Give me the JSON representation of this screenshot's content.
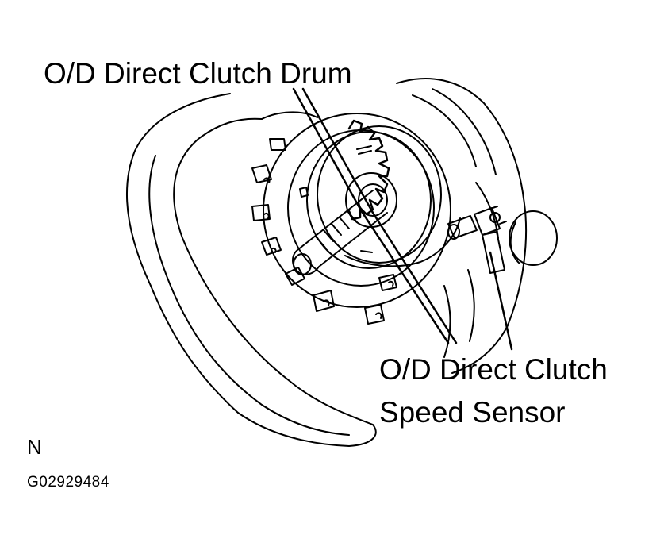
{
  "labels": {
    "drum": "O/D Direct Clutch Drum",
    "sensor_line1": "O/D Direct Clutch",
    "sensor_line2": "Speed Sensor",
    "corner_letter": "N",
    "figure_code": "G02929484"
  },
  "colors": {
    "ink": "#000000",
    "paper": "#ffffff"
  }
}
